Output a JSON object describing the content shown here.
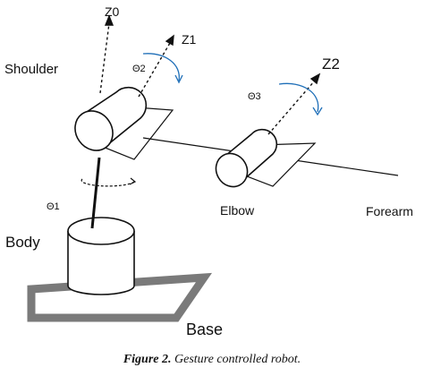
{
  "labels": {
    "z0": "Z0",
    "z1": "Z1",
    "z2": "Z2",
    "shoulder": "Shoulder",
    "theta2": "Θ2",
    "theta3": "Θ3",
    "theta1": "Θ1",
    "elbow": "Elbow",
    "forearm": "Forearm",
    "body": "Body",
    "base": "Base"
  },
  "caption": {
    "figure": "Figure 2.",
    "text": " Gesture controlled robot."
  },
  "colors": {
    "stroke": "#111111",
    "base_plate": "#7a7a7a"
  }
}
